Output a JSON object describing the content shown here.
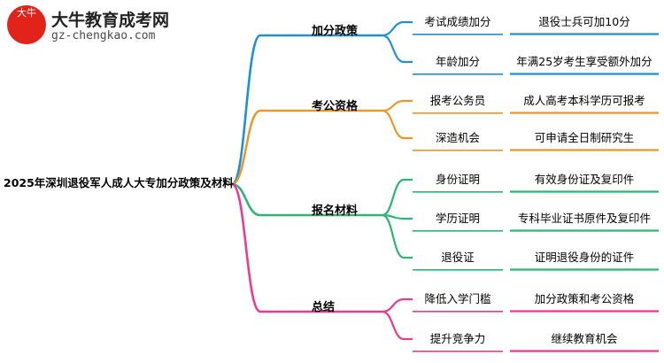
{
  "logo": {
    "badge_top": "大牛",
    "badge_main": "",
    "brand": "大牛教育成考网",
    "url": "gz-chengkao.com"
  },
  "root": {
    "label": "2025年深圳退役军人成人大专加分政策及材料"
  },
  "colors": {
    "branch1": "#1f8fd6",
    "branch2": "#e79a2b",
    "branch3": "#2bb673",
    "branch4": "#ea3b8f",
    "logo_red": "#e2231a"
  },
  "branches": [
    {
      "label": "加分政策",
      "color": "#1f8fd6",
      "children": [
        {
          "title": "考试成绩加分",
          "detail": "退役士兵可加10分"
        },
        {
          "title": "年龄加分",
          "detail": "年满25岁考生享受额外加分"
        }
      ]
    },
    {
      "label": "考公资格",
      "color": "#e79a2b",
      "children": [
        {
          "title": "报考公务员",
          "detail": "成人高考本科学历可报考"
        },
        {
          "title": "深造机会",
          "detail": "可申请全日制研究生"
        }
      ]
    },
    {
      "label": "报名材料",
      "color": "#2bb673",
      "children": [
        {
          "title": "身份证明",
          "detail": "有效身份证及复印件"
        },
        {
          "title": "学历证明",
          "detail": "专科毕业证书原件及复印件"
        },
        {
          "title": "退役证",
          "detail": "证明退役身份的证件"
        }
      ]
    },
    {
      "label": "总结",
      "color": "#ea3b8f",
      "children": [
        {
          "title": "降低入学门槛",
          "detail": "加分政策和考公资格"
        },
        {
          "title": "提升竞争力",
          "detail": "继续教育机会"
        }
      ]
    }
  ]
}
